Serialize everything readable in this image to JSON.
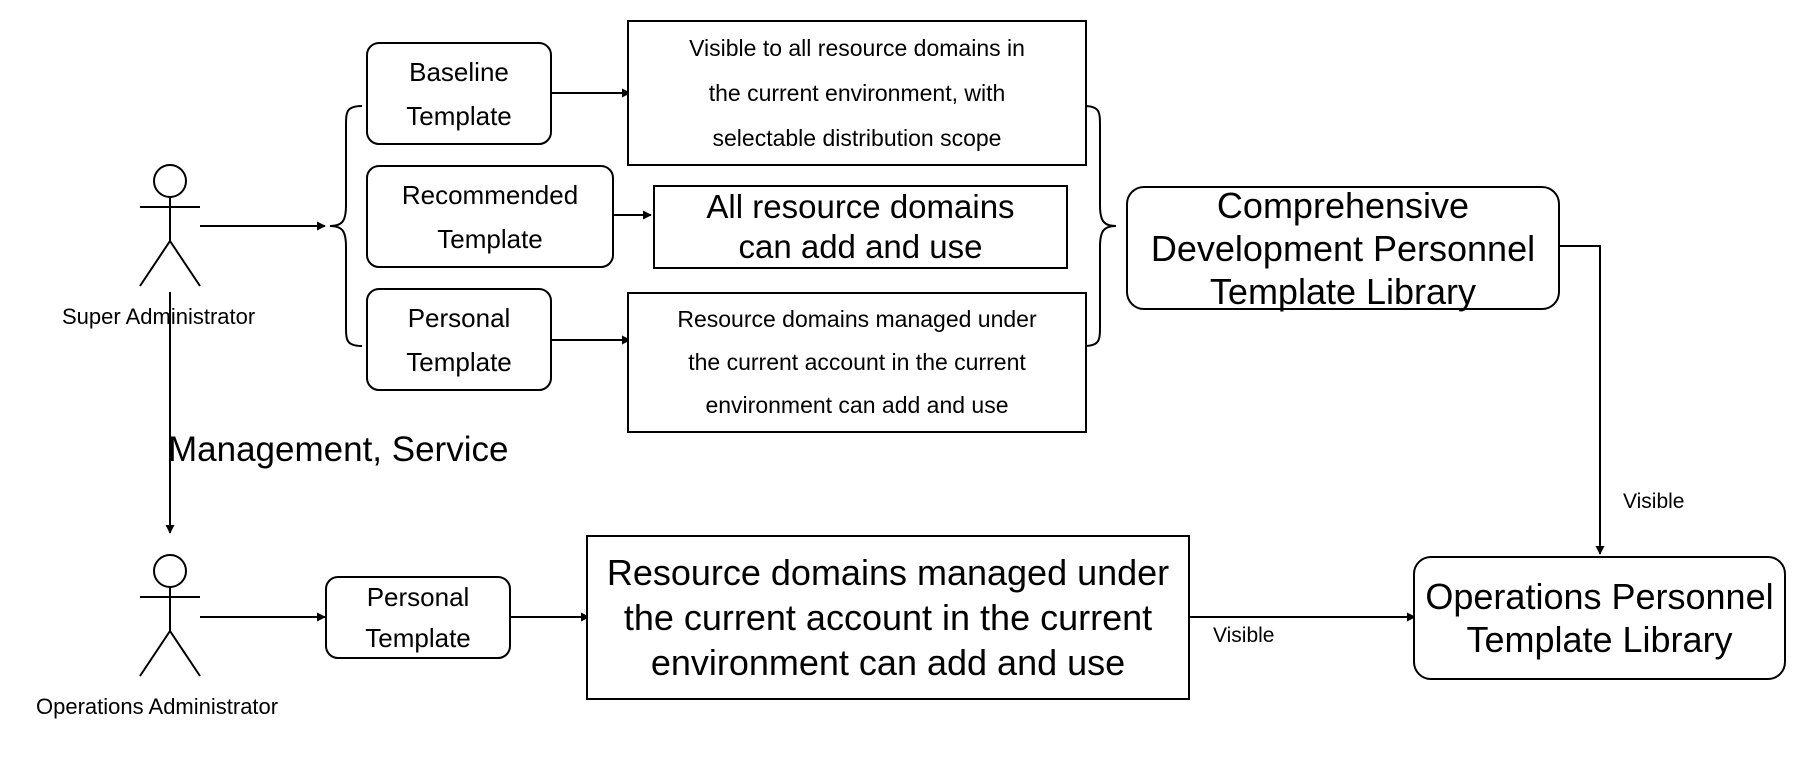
{
  "actors": {
    "super_admin": "Super Administrator",
    "ops_admin": "Operations Administrator"
  },
  "templates": {
    "baseline": "Baseline\nTemplate",
    "recommended": "Recommended\nTemplate",
    "personal_top": "Personal\nTemplate",
    "personal_bottom": "Personal\nTemplate"
  },
  "scopes": {
    "baseline": "Visible to all resource domains in\nthe current environment, with\nselectable distribution scope",
    "recommended": "All resource domains\ncan add and use",
    "personal_top": "Resource domains managed under\nthe current account in the current\nenvironment can add and use",
    "personal_bottom": "Resource domains managed under\nthe current account in the current\nenvironment can add and use"
  },
  "libraries": {
    "development": "Comprehensive\nDevelopment Personnel\nTemplate Library",
    "operations": "Operations Personnel\nTemplate Library"
  },
  "edge_labels": {
    "management": "Management, Service",
    "visible_right": "Visible",
    "visible_bottom": "Visible"
  }
}
